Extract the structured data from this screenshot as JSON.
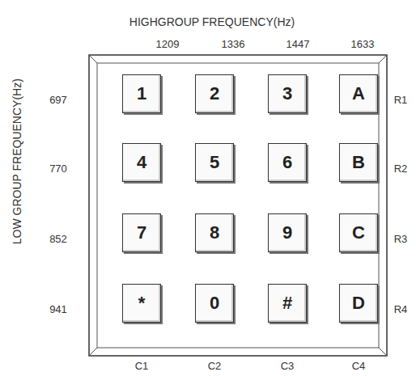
{
  "diagram": {
    "nodes": [
      {
        "text": [
          "1"
        ]
      },
      {
        "text": [
          "2"
        ]
      },
      {
        "text": [
          "3"
        ]
      },
      {
        "text": [
          "A"
        ]
      },
      {
        "text": [
          "4"
        ]
      },
      {
        "text": [
          "5"
        ]
      },
      {
        "text": [
          "6"
        ]
      },
      {
        "text": [
          "B"
        ]
      },
      {
        "text": [
          "7"
        ]
      },
      {
        "text": [
          "8"
        ]
      },
      {
        "text": [
          "9"
        ]
      },
      {
        "text": [
          "C"
        ]
      },
      {
        "text": [
          "*"
        ]
      },
      {
        "text": [
          "0"
        ]
      },
      {
        "text": [
          "#"
        ]
      },
      {
        "text": [
          "D"
        ]
      }
    ],
    "labels": [
      "HIGHGROUP FREQUENCY(Hz)",
      "1209",
      "1336",
      "1447",
      "1633",
      "LOW GROUP FREQUENCY(Hz)",
      "697",
      "770",
      "852",
      "941",
      "R1",
      "R2",
      "R3",
      "R4",
      "C1",
      "C2",
      "C3",
      "C4"
    ]
  }
}
